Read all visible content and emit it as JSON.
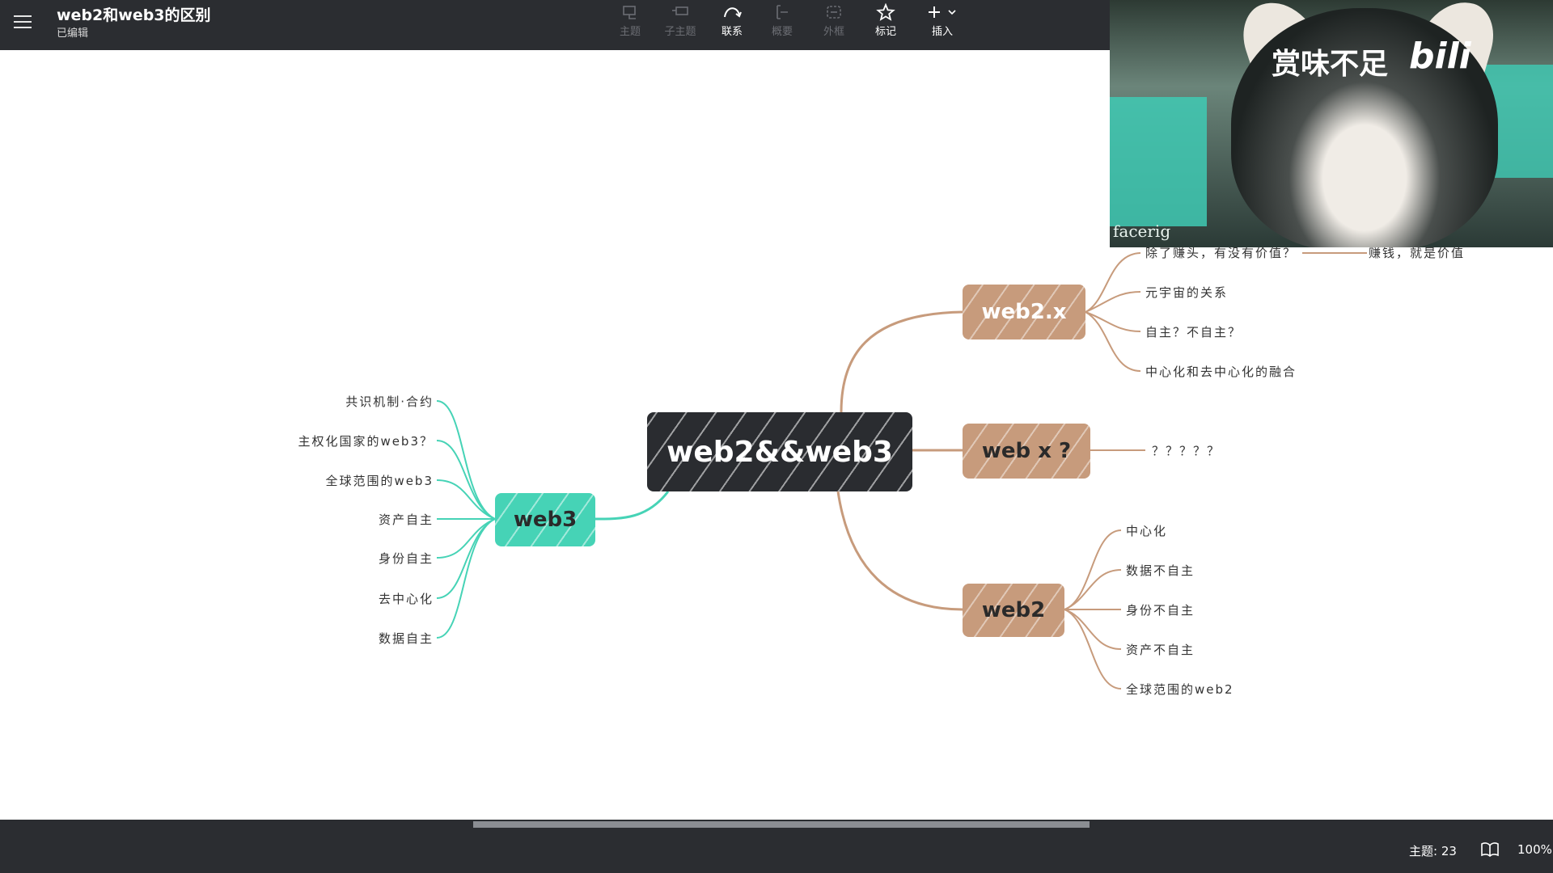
{
  "document": {
    "title": "web2和web3的区别",
    "status": "已编辑"
  },
  "toolbar": {
    "tools": [
      {
        "label": "主题",
        "icon": "topic-icon",
        "enabled": false
      },
      {
        "label": "子主题",
        "icon": "subtopic-icon",
        "enabled": false
      },
      {
        "label": "联系",
        "icon": "relationship-icon",
        "enabled": true
      },
      {
        "label": "概要",
        "icon": "summary-icon",
        "enabled": false
      },
      {
        "label": "外框",
        "icon": "boundary-icon",
        "enabled": false
      },
      {
        "label": "标记",
        "icon": "star-icon",
        "enabled": true
      },
      {
        "label": "插入",
        "icon": "plus-icon",
        "enabled": true
      }
    ]
  },
  "mindmap": {
    "central": "web2&&web3",
    "web3": {
      "label": "web3",
      "children": [
        "共识机制·合约",
        "主权化国家的web3？",
        "全球范围的web3",
        "资产自主",
        "身份自主",
        "去中心化",
        "数据自主"
      ]
    },
    "web2x": {
      "label": "web2.x",
      "children": [
        "除了赚头，有没有价值？",
        "元宇宙的关系",
        "自主？不自主？",
        "中心化和去中心化的融合"
      ],
      "sub": "赚钱，就是价值"
    },
    "webx": {
      "label": "web x ?",
      "children": [
        "？？？？？"
      ]
    },
    "web2": {
      "label": "web2",
      "children": [
        "中心化",
        "数据不自主",
        "身份不自主",
        "资产不自主",
        "全球范围的web2"
      ]
    },
    "colors": {
      "central": "#2a2c30",
      "web2_branch": "#c79b7c",
      "web3_branch": "#46d3b6"
    }
  },
  "overlay": {
    "caption": "赏味不足",
    "logo": "bili",
    "brand": "facerig"
  },
  "statusbar": {
    "topic_count": "主题: 23",
    "zoom": "100%"
  }
}
